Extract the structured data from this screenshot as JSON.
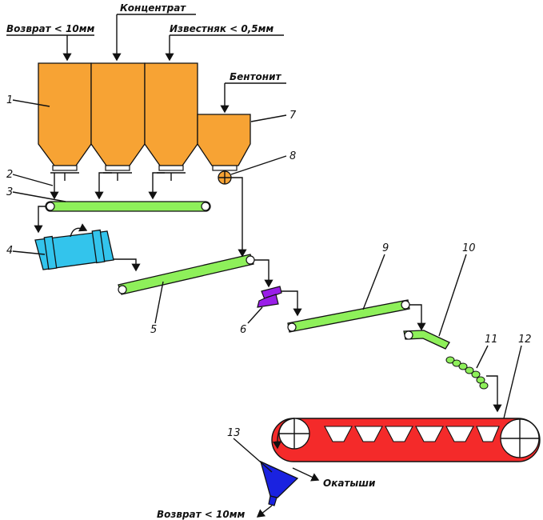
{
  "inputs": {
    "return_label": "Возврат < 10мм",
    "concentrate_label": "Концентрат",
    "limestone_label": "Известняк < 0,5мм",
    "bentonite_label": "Бентонит"
  },
  "outputs": {
    "pellets_label": "Окатыши",
    "return_label": "Возврат < 10мм"
  },
  "numbers": [
    "1",
    "2",
    "3",
    "4",
    "5",
    "6",
    "7",
    "8",
    "9",
    "10",
    "11",
    "12",
    "13"
  ],
  "colors": {
    "bunker": "#f7a334",
    "conveyor": "#8ef05a",
    "drum": "#33c4ec",
    "crusher": "#9a1ee8",
    "grate": "#f42a2a",
    "screen": "#1a22e0",
    "line": "#111111"
  }
}
